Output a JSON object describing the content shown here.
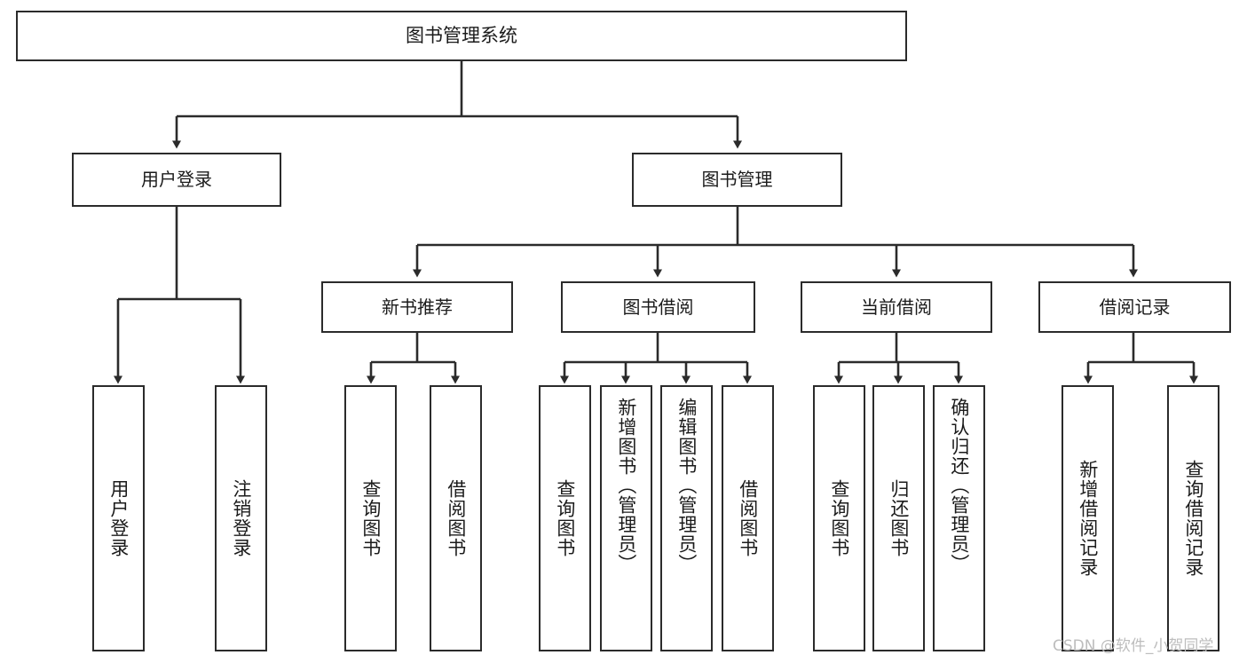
{
  "diagram": {
    "title": "图书管理系统",
    "type": "tree-hierarchy-diagram",
    "colors": {
      "box_border": "#2b2b2b",
      "box_fill": "#ffffff",
      "connector": "#2b2b2b",
      "text": "#1b1b1b",
      "watermark": "#bdbdbd",
      "background": "#ffffff"
    },
    "nodes": {
      "root": {
        "label": "图书管理系统"
      },
      "level2": [
        {
          "label": "用户登录"
        },
        {
          "label": "图书管理"
        }
      ],
      "level3": [
        {
          "label": "新书推荐"
        },
        {
          "label": "图书借阅"
        },
        {
          "label": "当前借阅"
        },
        {
          "label": "借阅记录"
        }
      ],
      "leaves_user_login": [
        {
          "label": "用户登录"
        },
        {
          "label": "注销登录"
        }
      ],
      "leaves_new_book": [
        {
          "label": "查询图书"
        },
        {
          "label": "借阅图书"
        }
      ],
      "leaves_borrow": [
        {
          "label": "查询图书"
        },
        {
          "label": "新增图书（管理员）"
        },
        {
          "label": "编辑图书（管理员）"
        },
        {
          "label": "借阅图书"
        }
      ],
      "leaves_current": [
        {
          "label": "查询图书"
        },
        {
          "label": "归还图书"
        },
        {
          "label": "确认归还（管理员）"
        }
      ],
      "leaves_records": [
        {
          "label": "新增借阅记录"
        },
        {
          "label": "查询借阅记录"
        }
      ]
    },
    "watermark": "CSDN @软件_小贺同学"
  }
}
